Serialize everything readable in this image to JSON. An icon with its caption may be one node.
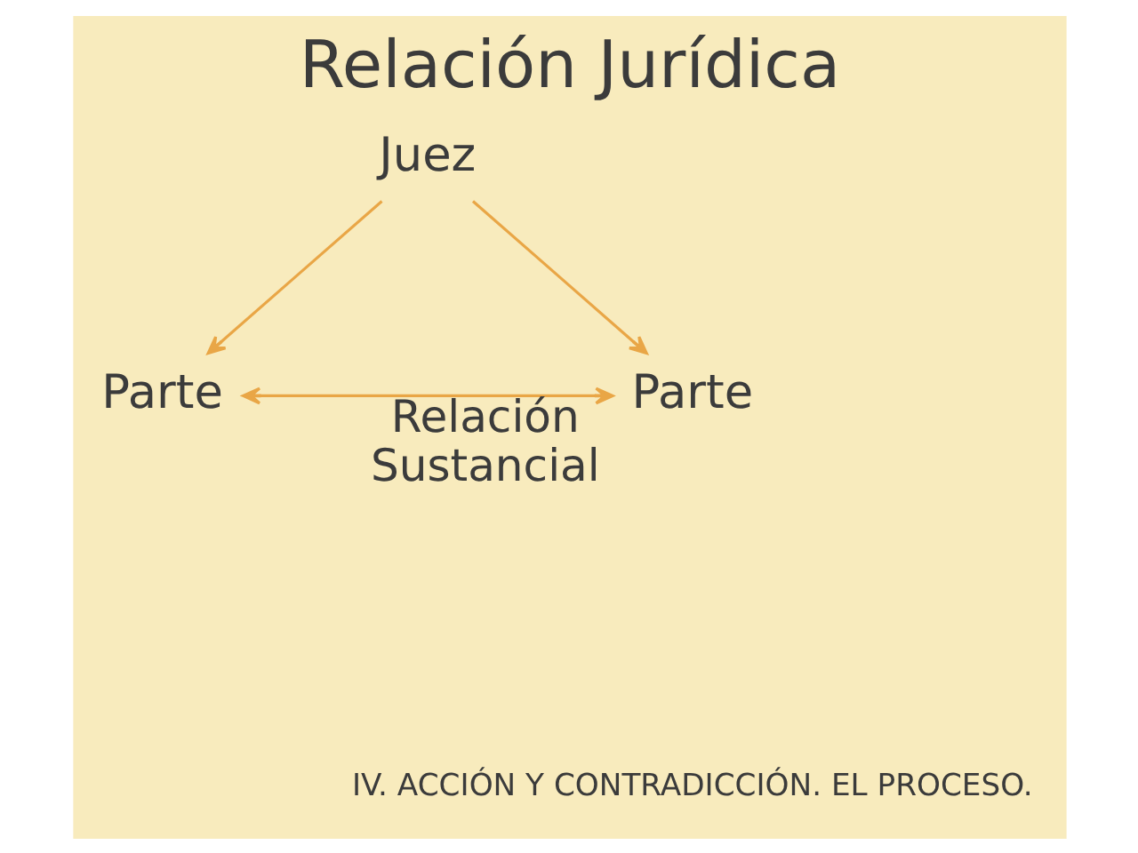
{
  "diagram": {
    "title": "Relación Jurídica",
    "nodes": [
      {
        "text": [
          "Juez"
        ]
      },
      {
        "text": [
          "Parte"
        ]
      },
      {
        "text": [
          "Parte"
        ]
      }
    ],
    "edges": [
      {
        "from": 0,
        "to": 1,
        "arrow": "to"
      },
      {
        "from": 0,
        "to": 2,
        "arrow": "to"
      },
      {
        "from": 1,
        "to": 2,
        "arrow": "both",
        "label": "Relación Sustancial"
      }
    ],
    "labels": [
      "IV. ACCIÓN Y CONTRADICCIÓN. EL PROCESO."
    ]
  }
}
